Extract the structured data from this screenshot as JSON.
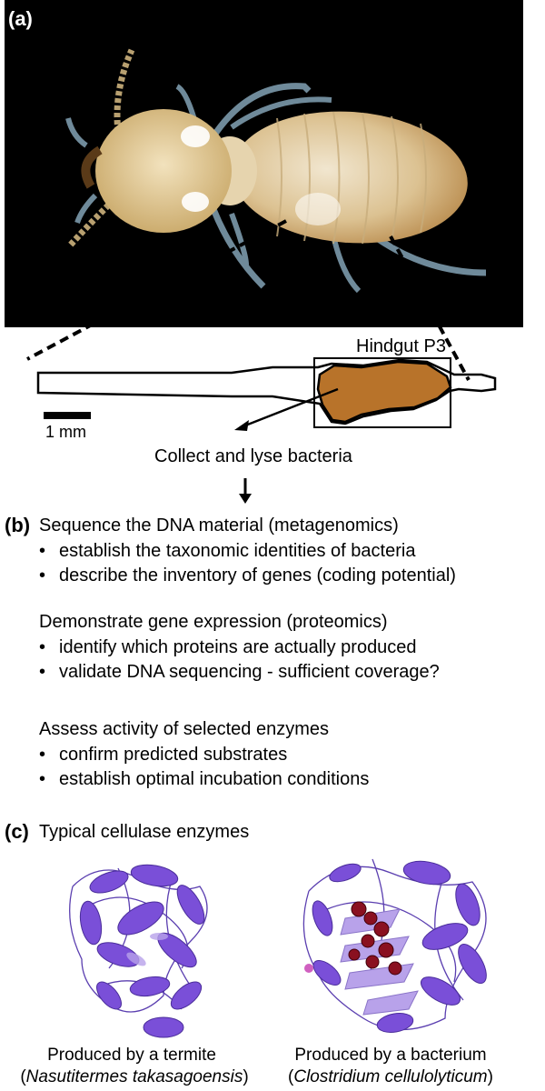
{
  "panel_a": {
    "letter": "(a)",
    "gut_label": "Hindgut P3",
    "scale_label": "1 mm",
    "collect_label": "Collect and lyse bacteria"
  },
  "panel_b": {
    "letter": "(b)",
    "groups": [
      {
        "heading": "Sequence the DNA material (metagenomics)",
        "bullets": [
          "establish the taxonomic identities of bacteria",
          "describe the inventory of genes (coding potential)"
        ]
      },
      {
        "heading": "Demonstrate gene expression (proteomics)",
        "bullets": [
          "identify which proteins are actually produced",
          "validate DNA sequencing - sufficient coverage?"
        ]
      },
      {
        "heading": "Assess activity of selected enzymes",
        "bullets": [
          "confirm predicted substrates",
          "establish optimal incubation conditions"
        ]
      }
    ]
  },
  "panel_c": {
    "letter": "(c)",
    "title": "Typical cellulase enzymes",
    "left": {
      "caption_line1": "Produced by a termite",
      "caption_species": "Nasutitermes takasagoensis"
    },
    "right": {
      "caption_line1": "Produced by a bacterium",
      "caption_species": "Clostridium cellulolyticum"
    }
  },
  "colors": {
    "gut_fill": "#b8732a",
    "protein_main": "#7a4fd8",
    "protein_light": "#b8a2ea",
    "protein_active_site": "#8a1020",
    "termite_body": "#d9c08a"
  }
}
